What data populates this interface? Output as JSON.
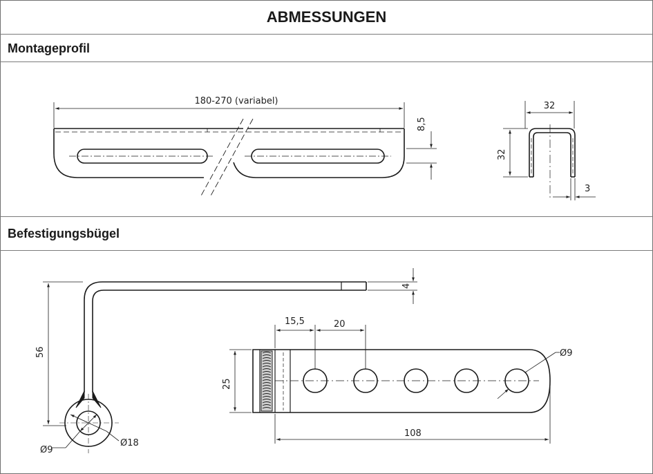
{
  "header": {
    "title": "ABMESSUNGEN"
  },
  "sections": {
    "montageprofil": {
      "heading": "Montageprofil",
      "dims": {
        "length": "180-270 (variabel)",
        "height": "8,5",
        "profile_width": "32",
        "profile_height": "32",
        "thickness": "3"
      }
    },
    "befestigungsbuegel": {
      "heading": "Befestigungsbügel",
      "dims": {
        "height": "56",
        "thickness": "4",
        "hole_small": "Ø9",
        "eye_outer": "Ø18",
        "first_offset": "15,5",
        "pitch": "20",
        "plate_width": "25",
        "hole_dia": "Ø9",
        "plate_length": "108"
      }
    }
  },
  "colors": {
    "line": "#1a1a1a",
    "border": "#7a7a7a"
  }
}
